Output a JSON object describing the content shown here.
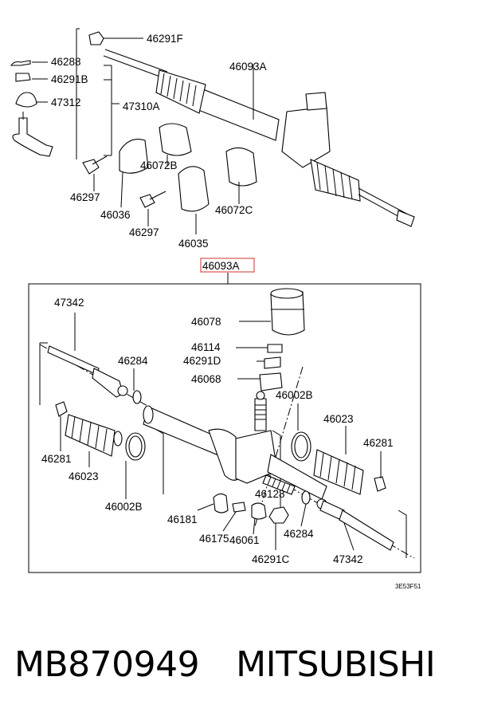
{
  "labels": {
    "p46291F": "46291F",
    "p46288": "46288",
    "p46291B": "46291B",
    "p47312": "47312",
    "p47310A": "47310A",
    "p46093A_top": "46093A",
    "p46072B": "46072B",
    "p46297_a": "46297",
    "p46036": "46036",
    "p46297_b": "46297",
    "p46035": "46035",
    "p46072C": "46072C",
    "p46093A_box": "46093A",
    "p47342_a": "47342",
    "p46078": "46078",
    "p46114": "46114",
    "p46291D": "46291D",
    "p46068": "46068",
    "p46284_a": "46284",
    "p46002B_a": "46002B",
    "p46023_a": "46023",
    "p46281_a": "46281",
    "p46281_b": "46281",
    "p46023_b": "46023",
    "p46002B_b": "46002B",
    "p46128": "46128",
    "p46181": "46181",
    "p46175": "46175",
    "p46061": "46061",
    "p46291C": "46291C",
    "p46284_b": "46284",
    "p47342_b": "47342"
  },
  "diagram_code": "3E53F51",
  "footer": {
    "part_number": "MB870949",
    "brand": "MITSUBISHI"
  },
  "colors": {
    "highlight": "#d9534f",
    "ink": "#000000"
  }
}
